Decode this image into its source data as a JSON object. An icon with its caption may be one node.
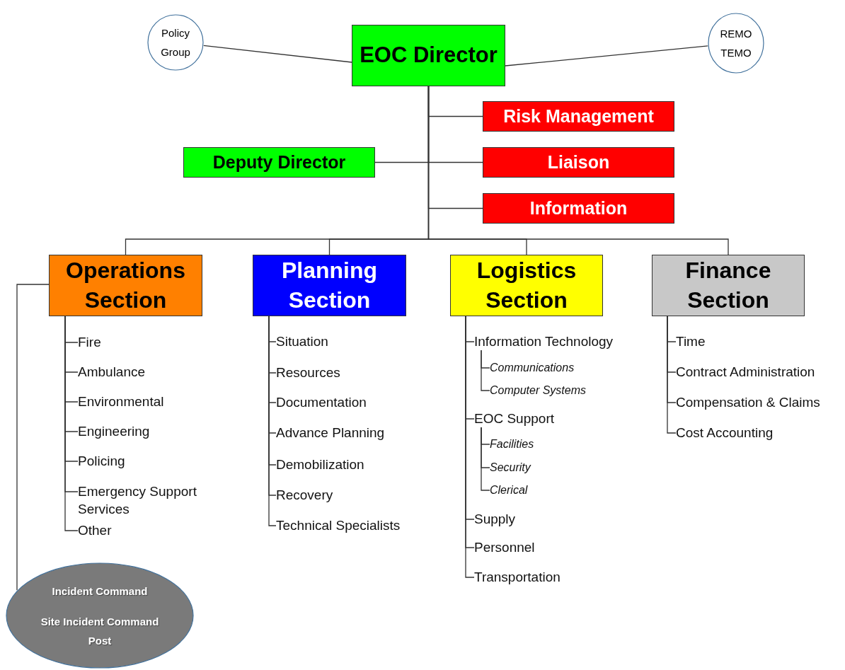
{
  "diagram": {
    "nodes": [
      {
        "text": [
          "Policy Group"
        ]
      },
      {
        "text": [
          "EOC Director"
        ]
      },
      {
        "text": [
          "REMO TEMO"
        ]
      },
      {
        "text": [
          "Risk Management"
        ]
      },
      {
        "text": [
          "Deputy Director"
        ]
      },
      {
        "text": [
          "Liaison"
        ]
      },
      {
        "text": [
          "Information"
        ]
      },
      {
        "text": [
          "Operations Section"
        ]
      },
      {
        "text": [
          "Planning Section"
        ]
      },
      {
        "text": [
          "Logistics Section"
        ]
      },
      {
        "text": [
          "Finance Section"
        ]
      },
      {
        "text": [
          "Fire"
        ]
      },
      {
        "text": [
          "Ambulance"
        ]
      },
      {
        "text": [
          "Environmental"
        ]
      },
      {
        "text": [
          "Engineering"
        ]
      },
      {
        "text": [
          "Policing"
        ]
      },
      {
        "text": [
          "Emergency Support Services"
        ]
      },
      {
        "text": [
          "Other"
        ]
      },
      {
        "text": [
          "Situation"
        ]
      },
      {
        "text": [
          "Resources"
        ]
      },
      {
        "text": [
          "Documentation"
        ]
      },
      {
        "text": [
          "Advance Planning"
        ]
      },
      {
        "text": [
          "Demobilization"
        ]
      },
      {
        "text": [
          "Recovery"
        ]
      },
      {
        "text": [
          "Technical Specialists"
        ]
      },
      {
        "text": [
          "Information Technology"
        ]
      },
      {
        "text": [
          "Communications"
        ]
      },
      {
        "text": [
          "Computer Systems"
        ]
      },
      {
        "text": [
          "EOC Support"
        ]
      },
      {
        "text": [
          "Facilities"
        ]
      },
      {
        "text": [
          "Security"
        ]
      },
      {
        "text": [
          "Clerical"
        ]
      },
      {
        "text": [
          "Supply"
        ]
      },
      {
        "text": [
          "Personnel"
        ]
      },
      {
        "text": [
          "Transportation"
        ]
      },
      {
        "text": [
          "Time"
        ]
      },
      {
        "text": [
          "Contract Administration"
        ]
      },
      {
        "text": [
          "Compensation & Claims"
        ]
      },
      {
        "text": [
          "Cost Accounting"
        ]
      },
      {
        "text": [
          "Incident Command",
          "Site Incident Command Post"
        ]
      }
    ],
    "edges": [
      {
        "from": 0,
        "to": 1,
        "arrow": "none"
      },
      {
        "from": 1,
        "to": 2,
        "arrow": "none"
      },
      {
        "from": 1,
        "to": 3,
        "arrow": "none"
      },
      {
        "from": 1,
        "to": 4,
        "arrow": "none"
      },
      {
        "from": 1,
        "to": 5,
        "arrow": "none"
      },
      {
        "from": 1,
        "to": 6,
        "arrow": "none"
      },
      {
        "from": 1,
        "to": 7,
        "arrow": "none"
      },
      {
        "from": 1,
        "to": 8,
        "arrow": "none"
      },
      {
        "from": 1,
        "to": 9,
        "arrow": "none"
      },
      {
        "from": 1,
        "to": 10,
        "arrow": "none"
      },
      {
        "from": 7,
        "to": 11,
        "arrow": "none"
      },
      {
        "from": 7,
        "to": 12,
        "arrow": "none"
      },
      {
        "from": 7,
        "to": 13,
        "arrow": "none"
      },
      {
        "from": 7,
        "to": 14,
        "arrow": "none"
      },
      {
        "from": 7,
        "to": 15,
        "arrow": "none"
      },
      {
        "from": 7,
        "to": 16,
        "arrow": "none"
      },
      {
        "from": 7,
        "to": 17,
        "arrow": "none"
      },
      {
        "from": 8,
        "to": 18,
        "arrow": "none"
      },
      {
        "from": 8,
        "to": 19,
        "arrow": "none"
      },
      {
        "from": 8,
        "to": 20,
        "arrow": "none"
      },
      {
        "from": 8,
        "to": 21,
        "arrow": "none"
      },
      {
        "from": 8,
        "to": 22,
        "arrow": "none"
      },
      {
        "from": 8,
        "to": 23,
        "arrow": "none"
      },
      {
        "from": 8,
        "to": 24,
        "arrow": "none"
      },
      {
        "from": 9,
        "to": 25,
        "arrow": "none"
      },
      {
        "from": 25,
        "to": 26,
        "arrow": "none"
      },
      {
        "from": 25,
        "to": 27,
        "arrow": "none"
      },
      {
        "from": 9,
        "to": 28,
        "arrow": "none"
      },
      {
        "from": 28,
        "to": 29,
        "arrow": "none"
      },
      {
        "from": 28,
        "to": 30,
        "arrow": "none"
      },
      {
        "from": 28,
        "to": 31,
        "arrow": "none"
      },
      {
        "from": 9,
        "to": 32,
        "arrow": "none"
      },
      {
        "from": 9,
        "to": 33,
        "arrow": "none"
      },
      {
        "from": 9,
        "to": 34,
        "arrow": "none"
      },
      {
        "from": 10,
        "to": 35,
        "arrow": "none"
      },
      {
        "from": 10,
        "to": 36,
        "arrow": "none"
      },
      {
        "from": 10,
        "to": 37,
        "arrow": "none"
      },
      {
        "from": 10,
        "to": 38,
        "arrow": "none"
      },
      {
        "from": 7,
        "to": 39,
        "arrow": "none"
      }
    ]
  }
}
